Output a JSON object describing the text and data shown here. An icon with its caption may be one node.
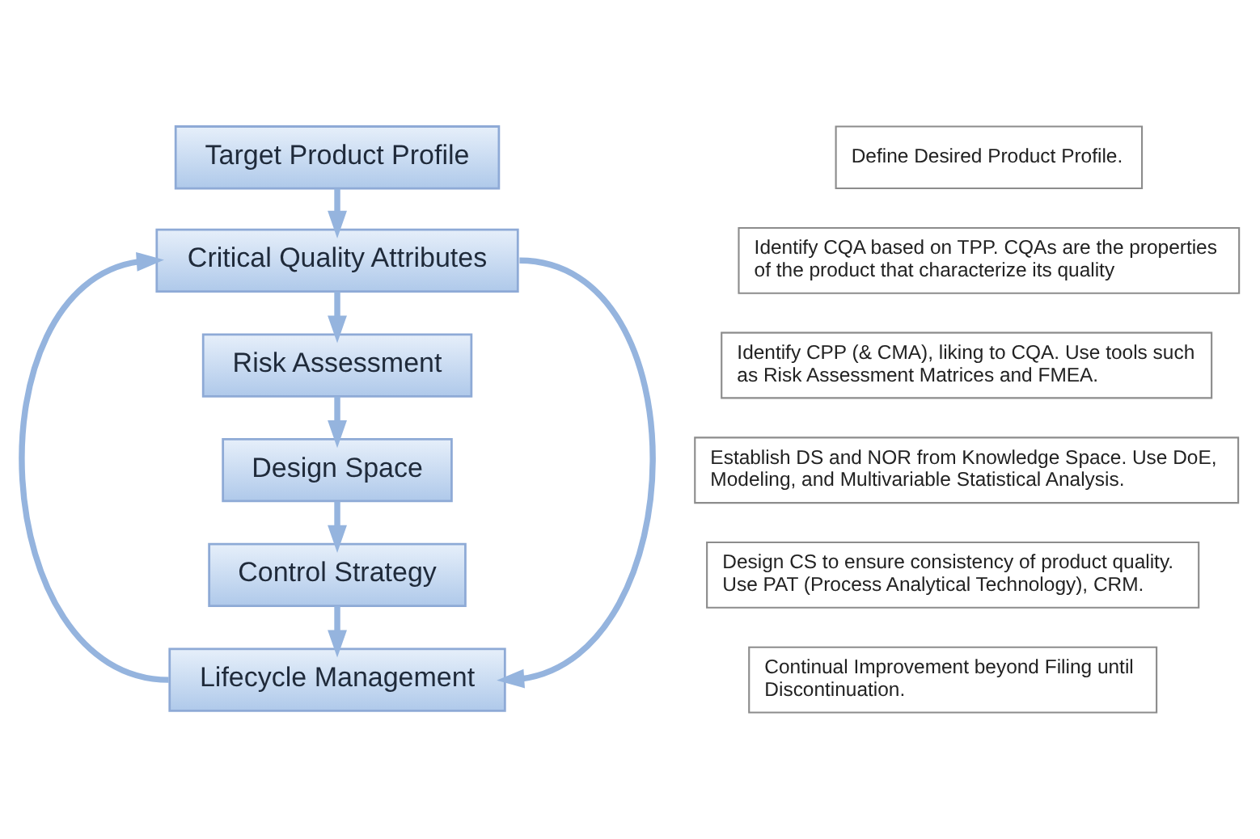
{
  "diagram": {
    "nodes": [
      {
        "text": [
          "Target Product Profile"
        ]
      },
      {
        "text": [
          "Define Desired Product Profile."
        ]
      },
      {
        "text": [
          "Critical Quality Attributes"
        ]
      },
      {
        "text": [
          "Identify CQA based on TPP. CQAs are the properties of the product that characterize its quality"
        ]
      },
      {
        "text": [
          "Risk Assessment"
        ]
      },
      {
        "text": [
          "Identify CPP (& CMA), liking to CQA. Use tools such as Risk Assessment Matrices and FMEA."
        ]
      },
      {
        "text": [
          "Design Space"
        ]
      },
      {
        "text": [
          "Establish DS and NOR from Knowledge Space. Use DoE, Modeling, and Multivariable Statistical Analysis."
        ]
      },
      {
        "text": [
          "Control Strategy"
        ]
      },
      {
        "text": [
          "Design CS to ensure consistency of product quality. Use PAT (Process Analytical Technology), CRM."
        ]
      },
      {
        "text": [
          "Lifecycle Management"
        ]
      },
      {
        "text": [
          "Continual Improvement beyond Filing until Discontinuation."
        ]
      }
    ],
    "edges": [
      {
        "from": 0,
        "to": 2,
        "arrow": "to"
      },
      {
        "from": 2,
        "to": 4,
        "arrow": "to"
      },
      {
        "from": 4,
        "to": 6,
        "arrow": "to"
      },
      {
        "from": 6,
        "to": 8,
        "arrow": "to"
      },
      {
        "from": 8,
        "to": 10,
        "arrow": "to"
      },
      {
        "from": 10,
        "to": 2,
        "arrow": "to"
      },
      {
        "from": 2,
        "to": 10,
        "arrow": "to"
      }
    ]
  }
}
